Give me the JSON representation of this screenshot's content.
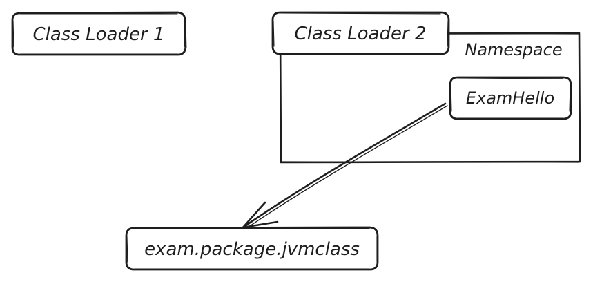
{
  "diagram": {
    "nodes": {
      "class_loader_1": "Class Loader 1",
      "class_loader_2": "Class Loader 2",
      "namespace": "Namespace",
      "exam_hello": "ExamHello",
      "jvm_class": "exam.package.jvmclass"
    },
    "stroke_color": "#1e1e1e",
    "background": "#ffffff"
  }
}
